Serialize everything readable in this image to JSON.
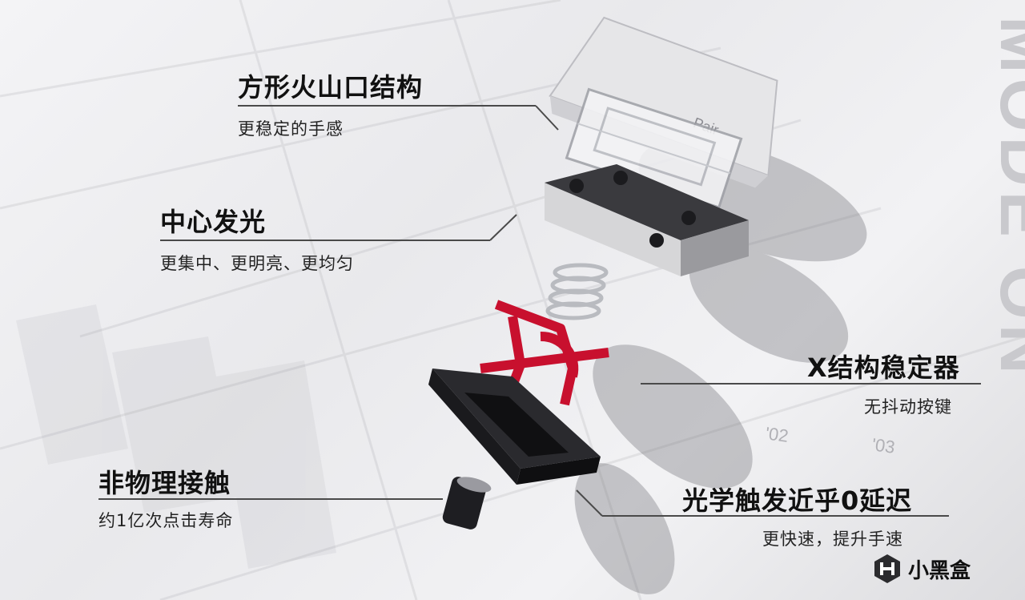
{
  "callouts": {
    "crater": {
      "title": "方形火山口结构",
      "subtitle": "更稳定的手感"
    },
    "center_light": {
      "title": "中心发光",
      "subtitle": "更集中、更明亮、更均匀"
    },
    "x_stabilizer": {
      "title": "X结构稳定器",
      "subtitle": "无抖动按键"
    },
    "non_contact": {
      "title": "非物理接触",
      "subtitle": "约1亿次点击寿命"
    },
    "optical": {
      "title": "光学触发近乎0延迟",
      "subtitle": "更快速，提升手速"
    }
  },
  "keycap": {
    "legend": "Pair"
  },
  "background_text": {
    "vertical": "MODE ON",
    "marks": [
      "'02",
      "'03"
    ]
  },
  "watermark": {
    "text": "小黑盒",
    "icon": "heybox-logo-icon"
  },
  "colors": {
    "accent_red": "#c8102e",
    "text": "#111111"
  }
}
